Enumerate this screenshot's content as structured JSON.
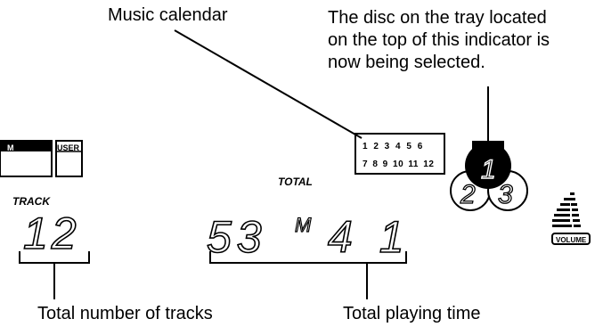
{
  "callouts": {
    "music_calendar": "Music calendar",
    "disc_indicator_lines": [
      "The disc on the tray located",
      "on the top of this indicator is",
      "now being selected."
    ],
    "total_tracks": "Total number of tracks",
    "total_time": "Total playing time"
  },
  "display": {
    "track_label": "TRACK",
    "track_number": "12",
    "total_label": "TOTAL",
    "time_minutes": "53",
    "time_unit": "M",
    "time_seconds": "41",
    "user_label": "USER",
    "mode_label": "M",
    "volume_label": "VOLUME"
  },
  "calendar": {
    "row1": "1 2 3 4 5 6",
    "row2": "7 8 9 10 11 12"
  },
  "tray": {
    "top_disc": "1",
    "bottom_left_disc": "2",
    "bottom_right_disc": "3"
  }
}
